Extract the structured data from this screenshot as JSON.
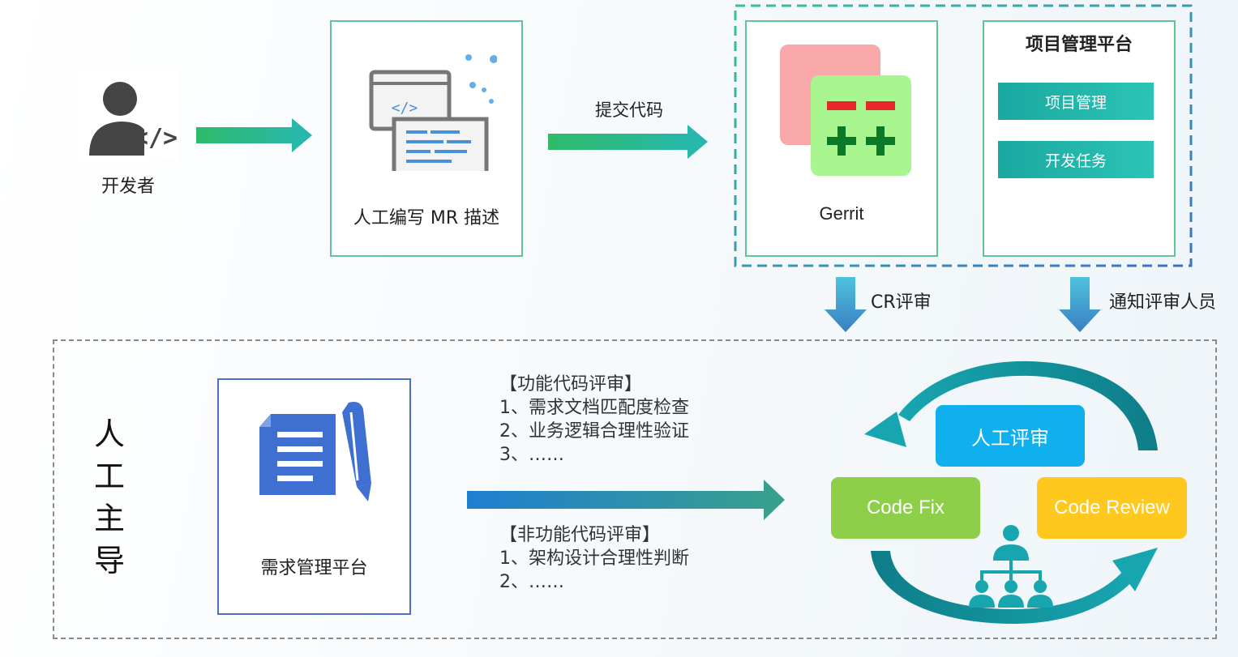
{
  "developer": {
    "label": "开发者"
  },
  "manual_mr": {
    "label": "人工编写 MR 描述"
  },
  "submit_arrow": {
    "label": "提交代码"
  },
  "gerrit": {
    "label": "Gerrit"
  },
  "pm_platform": {
    "title": "项目管理平台",
    "buttons": [
      "项目管理",
      "开发任务"
    ]
  },
  "cr_arrow": {
    "label": "CR评审"
  },
  "notify_arrow": {
    "label": "通知评审人员"
  },
  "side_label": [
    "人",
    "工",
    "主",
    "导"
  ],
  "req_platform": {
    "label": "需求管理平台"
  },
  "functional_review": {
    "title": "【功能代码评审】",
    "items": [
      "1、需求文档匹配度检查",
      "2、业务逻辑合理性验证",
      "3、……"
    ]
  },
  "nonfunctional_review": {
    "title": "【非功能代码评审】",
    "items": [
      "1、架构设计合理性判断",
      "2、……"
    ]
  },
  "cycle": {
    "manual_review": "人工评审",
    "code_fix": "Code Fix",
    "code_review": "Code Review"
  },
  "colors": {
    "green_border": "#5fc497",
    "teal": "#1aa8a0",
    "pill_blue": "#12b0ec",
    "pill_green": "#8ccf4a",
    "pill_yellow": "#ffc81e",
    "dark_teal_arrow": "#0f8c93"
  },
  "icons": [
    "developer-code-icon",
    "laptop-code-icon",
    "gerrit-diff-icon",
    "document-pen-icon",
    "team-hierarchy-icon"
  ]
}
